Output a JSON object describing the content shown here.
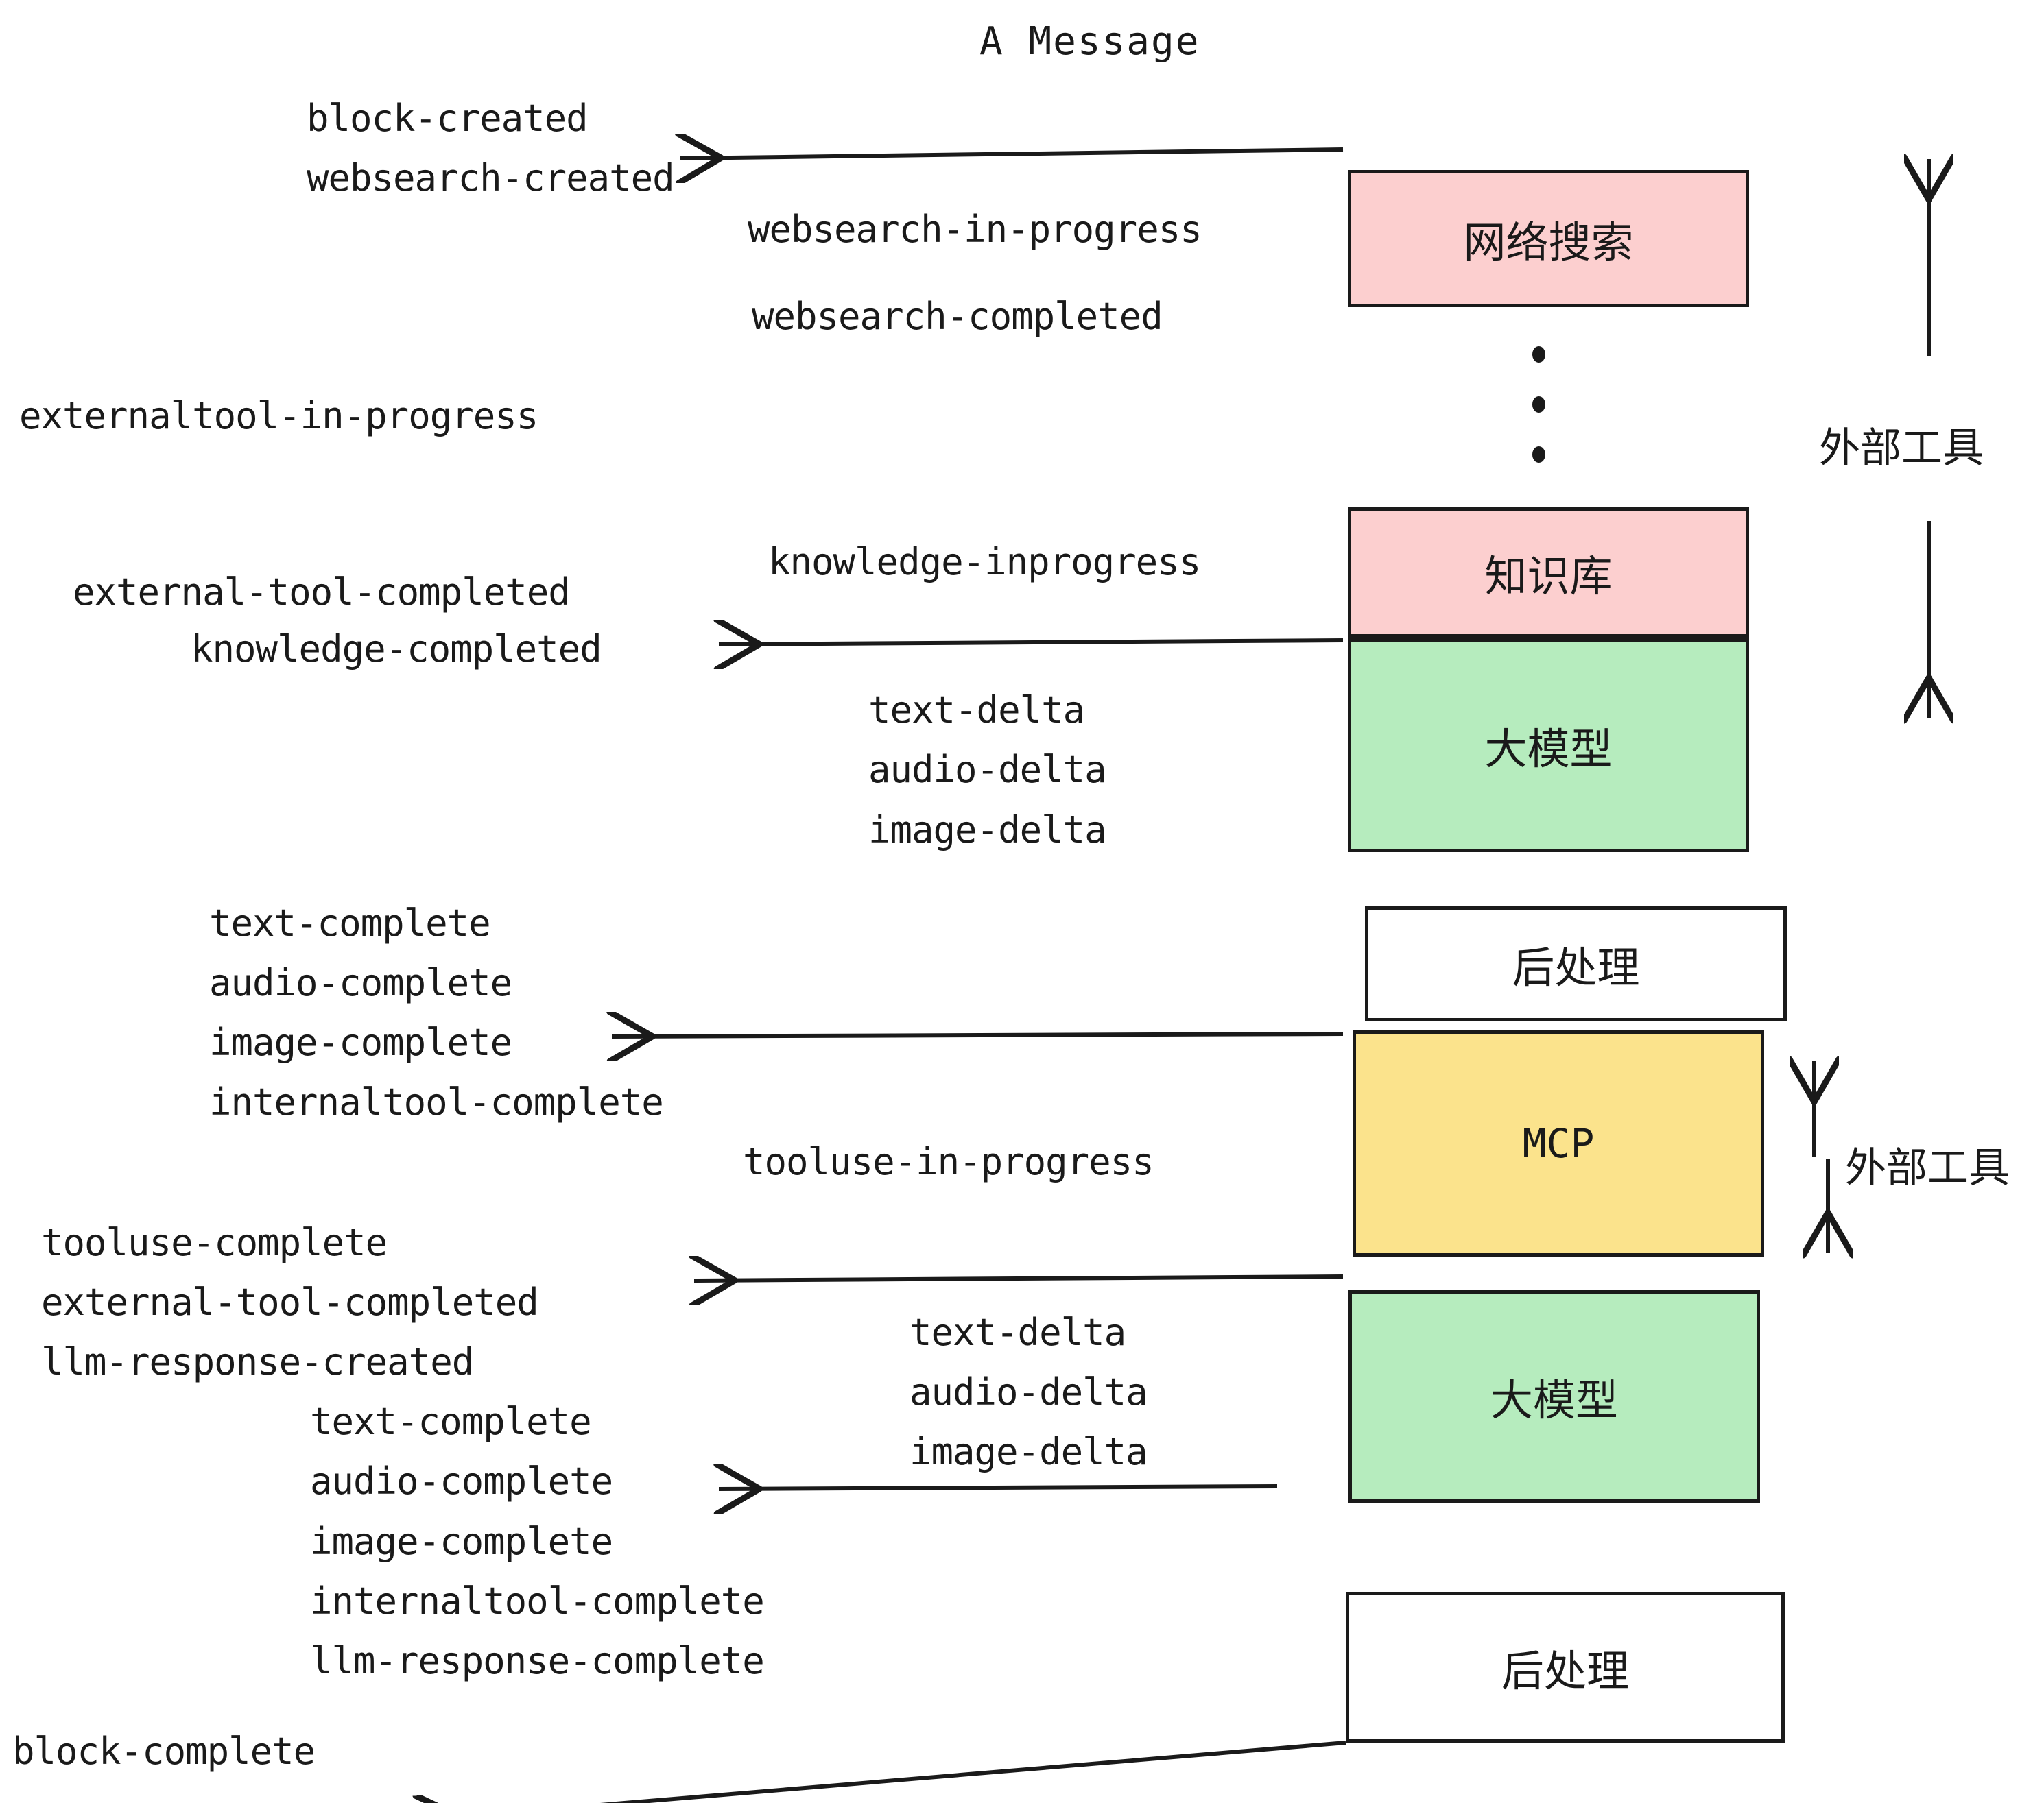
{
  "diagram": {
    "title": "A Message",
    "type": "flow-sequence",
    "background": "#ffffff",
    "colors": {
      "pink": "#fccfcf",
      "green": "#b6ecbe",
      "yellow": "#fbe38c",
      "white": "#ffffff",
      "stroke": "#1a1a1a"
    }
  },
  "nodes": [
    {
      "id": "websearch",
      "label": "网络搜索",
      "fill": "pink"
    },
    {
      "id": "knowledge",
      "label": "知识库",
      "fill": "pink"
    },
    {
      "id": "llm1",
      "label": "大模型",
      "fill": "green"
    },
    {
      "id": "post1",
      "label": "后处理",
      "fill": "white"
    },
    {
      "id": "mcp",
      "label": "MCP",
      "fill": "yellow"
    },
    {
      "id": "llm2",
      "label": "大模型",
      "fill": "green"
    },
    {
      "id": "post2",
      "label": "后处理",
      "fill": "white"
    }
  ],
  "side_labels": [
    {
      "id": "external-tools-top",
      "label": "外部工具"
    },
    {
      "id": "external-tools-bottom",
      "label": "外部工具"
    }
  ],
  "events": [
    {
      "id": "e01",
      "label": "block-created"
    },
    {
      "id": "e02",
      "label": "websearch-created"
    },
    {
      "id": "e03",
      "label": "websearch-in-progress"
    },
    {
      "id": "e04",
      "label": "websearch-completed"
    },
    {
      "id": "e05",
      "label": "externaltool-in-progress"
    },
    {
      "id": "e06",
      "label": "knowledge-inprogress"
    },
    {
      "id": "e07",
      "label": "external-tool-completed"
    },
    {
      "id": "e08",
      "label": "knowledge-completed"
    },
    {
      "id": "e09",
      "label": "text-delta"
    },
    {
      "id": "e10",
      "label": "audio-delta"
    },
    {
      "id": "e11",
      "label": "image-delta"
    },
    {
      "id": "e12",
      "label": "text-complete"
    },
    {
      "id": "e13",
      "label": "audio-complete"
    },
    {
      "id": "e14",
      "label": "image-complete"
    },
    {
      "id": "e15",
      "label": "internaltool-complete"
    },
    {
      "id": "e16",
      "label": "tooluse-in-progress"
    },
    {
      "id": "e17",
      "label": "tooluse-complete"
    },
    {
      "id": "e18",
      "label": "external-tool-completed"
    },
    {
      "id": "e19",
      "label": "llm-response-created"
    },
    {
      "id": "e20",
      "label": "text-delta"
    },
    {
      "id": "e21",
      "label": "audio-delta"
    },
    {
      "id": "e22",
      "label": "image-delta"
    },
    {
      "id": "e23",
      "label": "text-complete"
    },
    {
      "id": "e24",
      "label": "audio-complete"
    },
    {
      "id": "e25",
      "label": "image-complete"
    },
    {
      "id": "e26",
      "label": "internaltool-complete"
    },
    {
      "id": "e27",
      "label": "llm-response-complete"
    },
    {
      "id": "e28",
      "label": "block-complete"
    }
  ],
  "ellipsis": {
    "id": "vertical-ellipsis",
    "dots": 3
  }
}
